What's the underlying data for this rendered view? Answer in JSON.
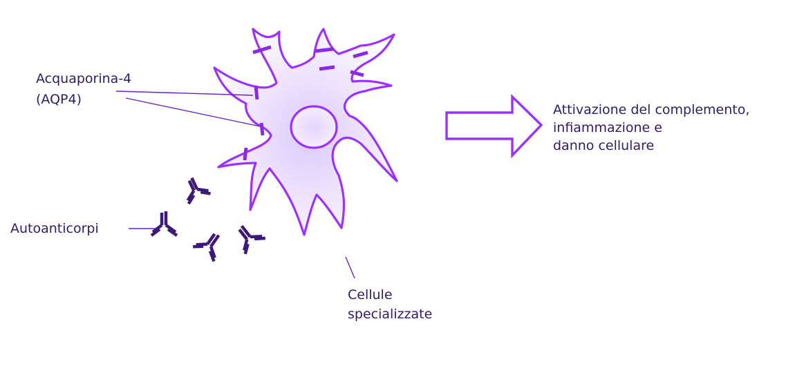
{
  "labels": {
    "aqp4_line1": "Acquaporina-4",
    "aqp4_line2": "(AQP4)",
    "autoantibodies": "Autoanticorpi",
    "cells_line1": "Cellule",
    "cells_line2": "specializzate",
    "outcome_line1": "Attivazione del complemento,",
    "outcome_line2": "infiammazione e",
    "outcome_line3": "danno cellulare"
  },
  "colors": {
    "cell_outline": "#9b30ff",
    "cell_fill_light": "#f6f0ff",
    "cell_fill_dark": "#dcc9fb",
    "receptor": "#8a2be2",
    "arrow": "#9b30ff",
    "antibody": "#3d1a78",
    "text": "#2f1a63",
    "leader_line": "#6a1fc2"
  },
  "icons": {
    "cell": "astrocyte-cell-icon",
    "receptor": "aqp4-receptor-icon",
    "antibody": "antibody-y-icon",
    "arrow": "double-arrow-right-icon"
  }
}
